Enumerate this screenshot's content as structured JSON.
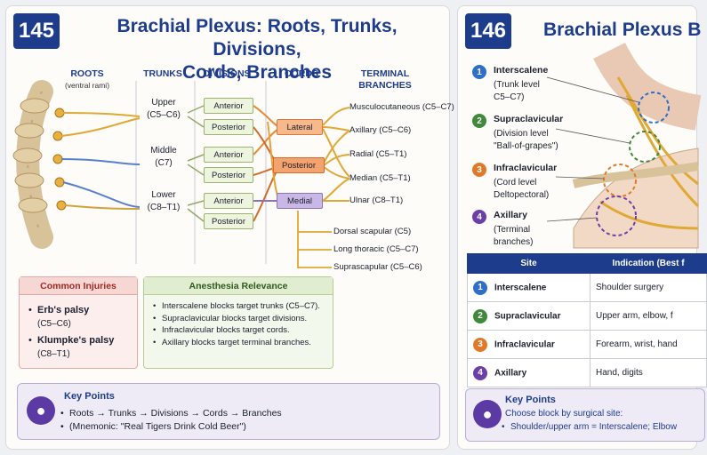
{
  "left_card": {
    "number": "145",
    "title_line1": "Brachial Plexus: Roots, Trunks, Divisions,",
    "title_line2": "Cords, Branches",
    "headers": {
      "roots": "ROOTS",
      "roots_sub": "(ventral rami)",
      "trunks": "TRUNKS",
      "divisions": "DIVISIONS",
      "cords": "CORDS",
      "terminal_line1": "TERMINAL",
      "terminal_line2": "BRANCHES"
    },
    "trunks": [
      {
        "name": "Upper",
        "roots": "(C5–C6)"
      },
      {
        "name": "Middle",
        "roots": "(C7)"
      },
      {
        "name": "Lower",
        "roots": "(C8–T1)"
      }
    ],
    "divisions": [
      "Anterior",
      "Posterior",
      "Anterior",
      "Posterior",
      "Anterior",
      "Posterior"
    ],
    "cords": [
      "Lateral",
      "Posterior",
      "Medial"
    ],
    "terminal_branches": [
      "Musculocutaneous (C5–C7)",
      "Axillary (C5–C6)",
      "Radial (C5–T1)",
      "Median (C5–T1)",
      "Ulnar (C8–T1)"
    ],
    "other_branches": [
      "Dorsal scapular (C5)",
      "Long thoracic (C5–C7)",
      "Suprascapular (C5–C6)"
    ],
    "injuries": {
      "title": "Common Injuries",
      "items": [
        {
          "name": "Erb's palsy",
          "roots": "(C5–C6)"
        },
        {
          "name": "Klumpke's palsy",
          "roots": "(C8–T1)"
        }
      ]
    },
    "anesthesia": {
      "title": "Anesthesia Relevance",
      "items": [
        "Interscalene blocks target trunks (C5–C7).",
        "Supraclavicular blocks target divisions.",
        "Infraclavicular blocks target cords.",
        "Axillary blocks target terminal branches."
      ]
    },
    "key_points": {
      "title": "Key Points",
      "items": [
        "Roots → Trunks → Divisions → Cords → Branches",
        "(Mnemonic: \"Real Tigers Drink Cold Beer\")"
      ]
    }
  },
  "right_card": {
    "number": "146",
    "title": "Brachial Plexus B",
    "sites": [
      {
        "num": "1",
        "name": "Interscalene",
        "desc1": "(Trunk level",
        "desc2": "C5–C7)",
        "color": "#2f6fc9"
      },
      {
        "num": "2",
        "name": "Supraclavicular",
        "desc1": "(Division level",
        "desc2": "\"Ball-of-grapes\")",
        "color": "#3f8a3a"
      },
      {
        "num": "3",
        "name": "Infraclavicular",
        "desc1": "(Cord level",
        "desc2": "Deltopectoral)",
        "color": "#e07a2a"
      },
      {
        "num": "4",
        "name": "Axillary",
        "desc1": "(Terminal",
        "desc2": "branches)",
        "color": "#6a3fa8"
      }
    ],
    "table": {
      "col1": "Site",
      "col2": "Indication (Best f",
      "rows": [
        {
          "num": "1",
          "site": "Interscalene",
          "indication": "Shoulder surgery"
        },
        {
          "num": "2",
          "site": "Supraclavicular",
          "indication": "Upper arm, elbow, f"
        },
        {
          "num": "3",
          "site": "Infraclavicular",
          "indication": "Forearm, wrist, hand"
        },
        {
          "num": "4",
          "site": "Axillary",
          "indication": "Hand, digits"
        }
      ]
    },
    "key_points": {
      "title": "Key Points",
      "line1": "Choose block by surgical site:",
      "line2": "Shoulder/upper arm = Interscalene; Elbow"
    }
  }
}
